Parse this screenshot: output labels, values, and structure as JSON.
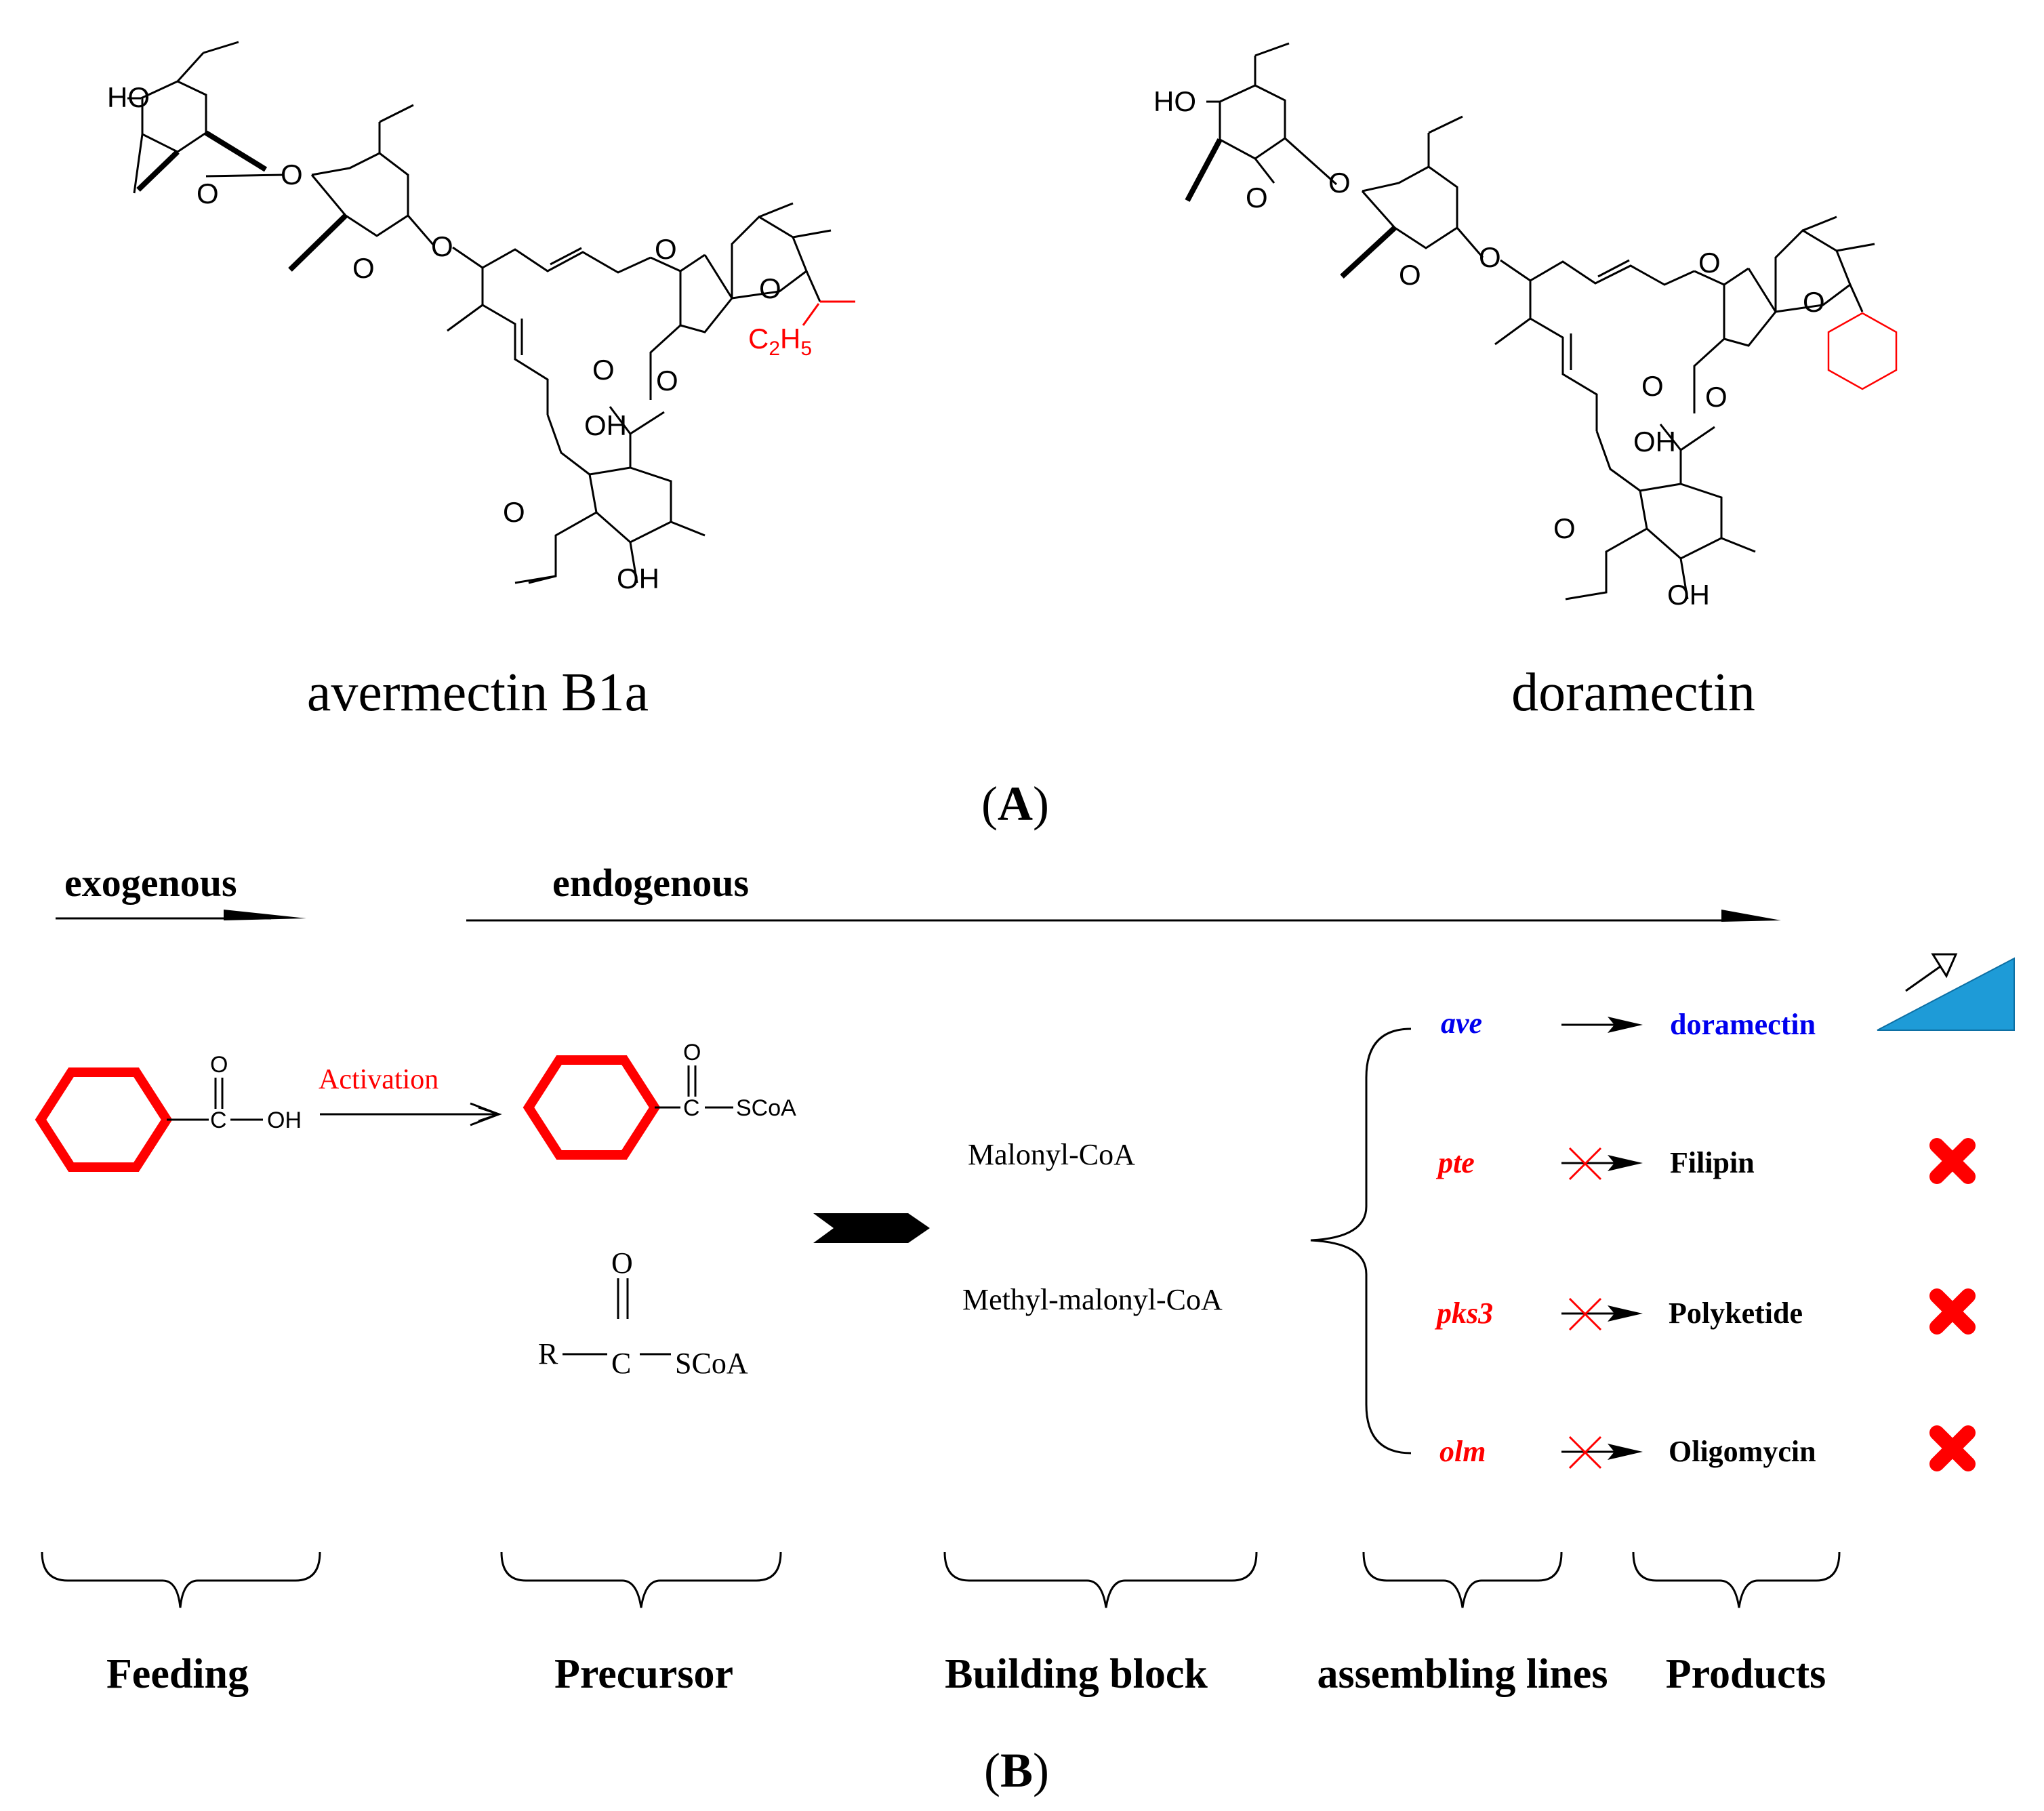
{
  "panel_a": {
    "label_open": "(",
    "label_letter": "A",
    "label_close": ")",
    "compounds": [
      {
        "name": "avermectin B1a",
        "atoms": {
          "ho_sugar": "HO",
          "o_sugar1": "O",
          "o_link1": "O",
          "o_sugar2": "O",
          "o_link2": "O",
          "o_spiro1": "O",
          "o_spiro2": "O",
          "o_lactone": "O",
          "o_ester": "O",
          "oh_top": "OH",
          "o_furan": "O",
          "oh_bottom": "OH",
          "substituent": "C2H5"
        }
      },
      {
        "name": "doramectin",
        "atoms": {
          "ho_sugar": "HO",
          "o_sugar1": "O",
          "o_link1": "O",
          "o_sugar2": "O",
          "o_link2": "O",
          "o_spiro1": "O",
          "o_spiro2": "O",
          "o_lactone": "O",
          "o_ester": "O",
          "oh_top": "OH",
          "o_furan": "O",
          "oh_bottom": "OH"
        }
      }
    ]
  },
  "panel_b": {
    "label_open": "(",
    "label_letter": "B",
    "label_close": ")",
    "exogenous_label": "exogenous",
    "endogenous_label": "endogenous",
    "feeding_acid": {
      "carbonyl_o": "O",
      "carbon": "C",
      "hydroxyl": "OH"
    },
    "activation_label": "Activation",
    "precursor_cyclohexyl": {
      "carbonyl_o": "O",
      "carbon": "C",
      "scoa": "SCoA"
    },
    "precursor_generic": {
      "carbonyl_o": "O",
      "r": "R",
      "carbon": "C",
      "scoa": "SCoA"
    },
    "building_blocks": [
      "Malonyl-CoA",
      "Methyl-malonyl-CoA"
    ],
    "assembly_lines": [
      {
        "gene": "ave",
        "product": "doramectin",
        "active": true
      },
      {
        "gene": "pte",
        "product": "Filipin",
        "active": false
      },
      {
        "gene": "pks3",
        "product": "Polyketide",
        "active": false
      },
      {
        "gene": "olm",
        "product": "Oligomycin",
        "active": false
      }
    ],
    "stage_labels": [
      "Feeding",
      "Precursor",
      "Building block",
      "assembling lines",
      "Products"
    ]
  },
  "colors": {
    "highlight_red": "#ff0000",
    "active_blue": "#0000ee",
    "increase_triangle": "#1e9bd7",
    "ink": "#000000"
  }
}
